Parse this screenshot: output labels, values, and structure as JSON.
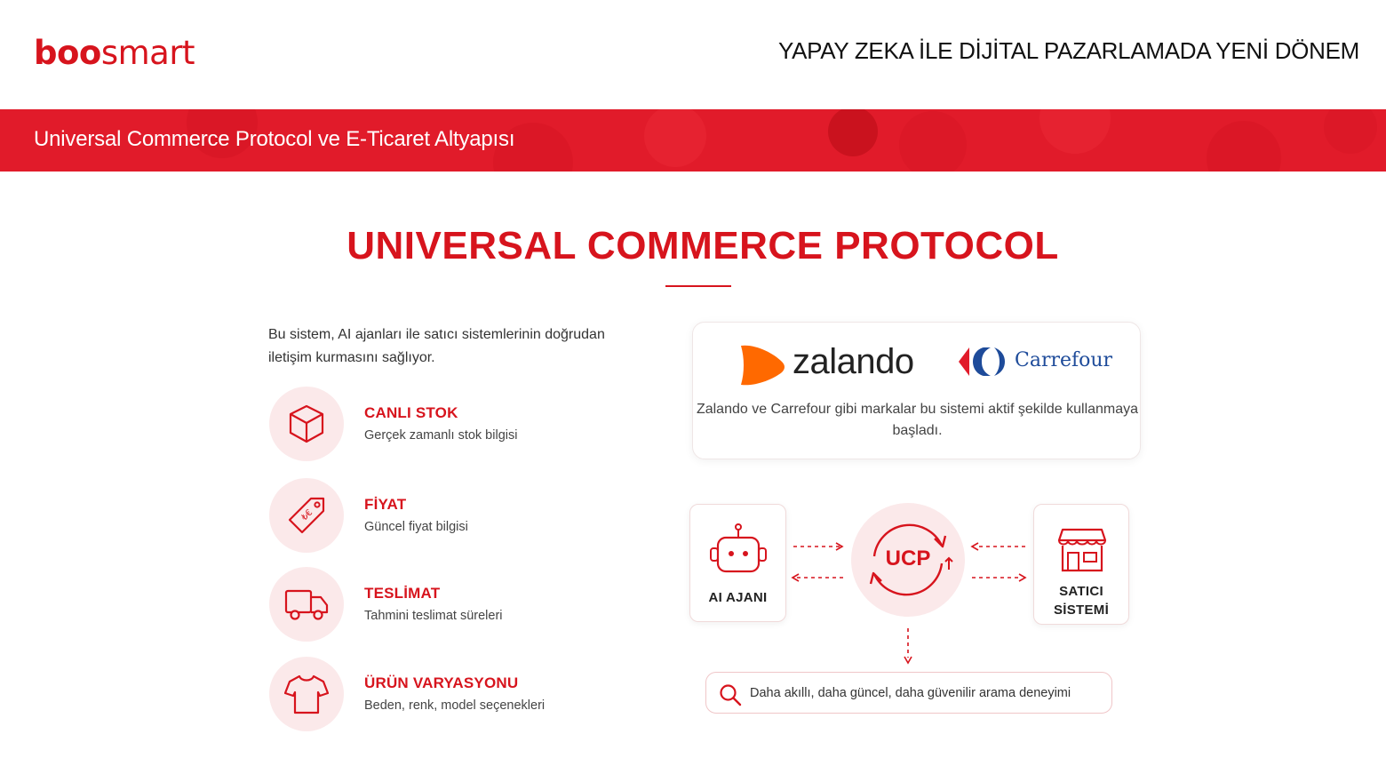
{
  "header": {
    "logo_bold": "boo",
    "logo_light": "smart",
    "title": "YAPAY ZEKA İLE DİJİTAL PAZARLAMADA YENİ DÖNEM"
  },
  "band": {
    "title": "Universal Commerce Protocol ve E-Ticaret Altyapısı"
  },
  "main": {
    "title": "UNIVERSAL COMMERCE PROTOCOL",
    "intro": "Bu sistem, AI ajanları ile satıcı sistemlerinin doğrudan iletişim kurmasını sağlıyor."
  },
  "features": [
    {
      "icon": "box-icon",
      "title": "CANLI STOK",
      "desc": "Gerçek zamanlı stok bilgisi"
    },
    {
      "icon": "price-tag-icon",
      "title": "FİYAT",
      "desc": "Güncel fiyat bilgisi"
    },
    {
      "icon": "delivery-truck-icon",
      "title": "TESLİMAT",
      "desc": "Tahmini teslimat süreleri"
    },
    {
      "icon": "tshirt-icon",
      "title": "ÜRÜN VARYASYONU",
      "desc": "Beden, renk, model seçenekleri"
    }
  ],
  "brands": {
    "zalando": "zalando",
    "carrefour": "Carrefour",
    "caption": "Zalando ve Carrefour gibi markalar bu sistemi aktif şekilde kullanmaya başladı."
  },
  "diagram": {
    "left_node": "AI AJANI",
    "center_node": "UCP",
    "right_node_line1": "SATICI",
    "right_node_line2": "SİSTEMİ",
    "result": "Daha akıllı, daha güncel, daha güvenilir arama deneyimi"
  },
  "colors": {
    "accent": "#d7141d",
    "band": "#e11b2a",
    "icon_bg": "#fbe9ea",
    "zalando_orange": "#ff6900",
    "carrefour_blue": "#1e4b9a",
    "carrefour_red": "#e11b2a"
  }
}
